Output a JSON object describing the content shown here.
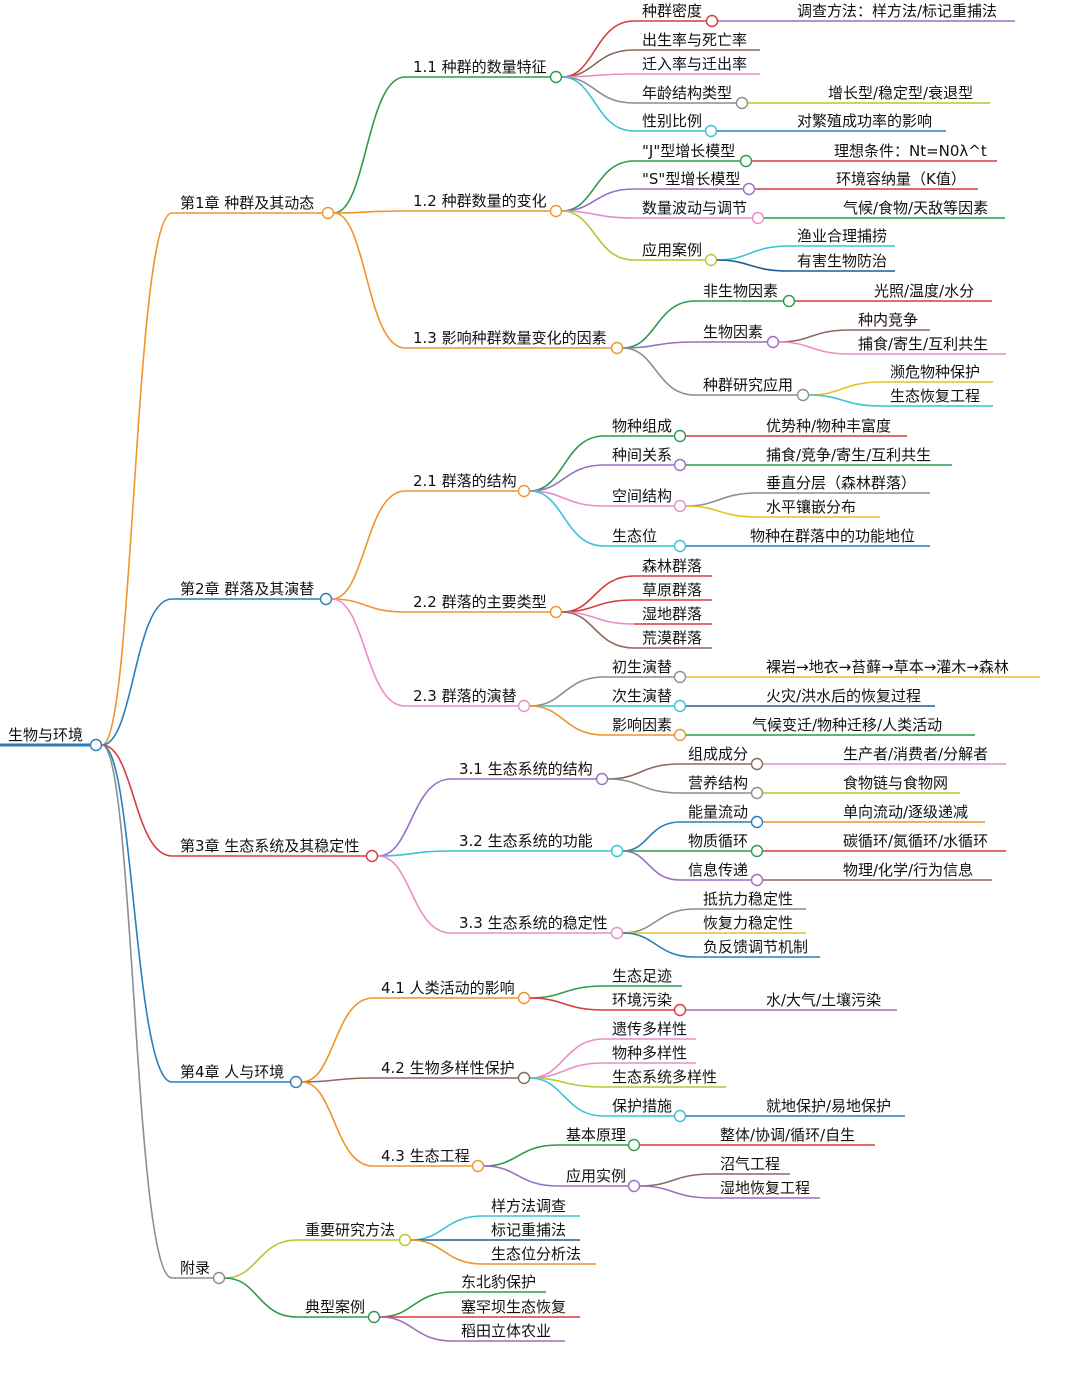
{
  "root": {
    "label": "生物与环境",
    "children": [
      {
        "label": "第1章 种群及其动态",
        "children": [
          {
            "label": "1.1 种群的数量特征",
            "children": [
              {
                "label": "种群密度",
                "children": [
                  {
                    "label": "调查方法：样方法/标记重捕法"
                  }
                ]
              },
              {
                "label": "出生率与死亡率"
              },
              {
                "label": "迁入率与迁出率"
              },
              {
                "label": "年龄结构类型",
                "children": [
                  {
                    "label": "增长型/稳定型/衰退型"
                  }
                ]
              },
              {
                "label": "性别比例",
                "children": [
                  {
                    "label": "对繁殖成功率的影响"
                  }
                ]
              }
            ]
          },
          {
            "label": "1.2 种群数量的变化",
            "children": [
              {
                "label": "\"J\"型增长模型",
                "children": [
                  {
                    "label": "理想条件：Nt=N0λ^t"
                  }
                ]
              },
              {
                "label": "\"S\"型增长模型",
                "children": [
                  {
                    "label": "环境容纳量（K值）"
                  }
                ]
              },
              {
                "label": "数量波动与调节",
                "children": [
                  {
                    "label": "气候/食物/天敌等因素"
                  }
                ]
              },
              {
                "label": "应用案例",
                "children": [
                  {
                    "label": "渔业合理捕捞"
                  },
                  {
                    "label": "有害生物防治"
                  }
                ]
              }
            ]
          },
          {
            "label": "1.3 影响种群数量变化的因素",
            "children": [
              {
                "label": "非生物因素",
                "children": [
                  {
                    "label": "光照/温度/水分"
                  }
                ]
              },
              {
                "label": "生物因素",
                "children": [
                  {
                    "label": "种内竞争"
                  },
                  {
                    "label": "捕食/寄生/互利共生"
                  }
                ]
              },
              {
                "label": "种群研究应用",
                "children": [
                  {
                    "label": "濒危物种保护"
                  },
                  {
                    "label": "生态恢复工程"
                  }
                ]
              }
            ]
          }
        ]
      },
      {
        "label": "第2章 群落及其演替",
        "children": [
          {
            "label": "2.1 群落的结构",
            "children": [
              {
                "label": "物种组成",
                "children": [
                  {
                    "label": "优势种/物种丰富度"
                  }
                ]
              },
              {
                "label": "种间关系",
                "children": [
                  {
                    "label": "捕食/竞争/寄生/互利共生"
                  }
                ]
              },
              {
                "label": "空间结构",
                "children": [
                  {
                    "label": "垂直分层（森林群落）"
                  },
                  {
                    "label": "水平镶嵌分布"
                  }
                ]
              },
              {
                "label": "生态位",
                "children": [
                  {
                    "label": "物种在群落中的功能地位"
                  }
                ]
              }
            ]
          },
          {
            "label": "2.2 群落的主要类型",
            "children": [
              {
                "label": "森林群落"
              },
              {
                "label": "草原群落"
              },
              {
                "label": "湿地群落"
              },
              {
                "label": "荒漠群落"
              }
            ]
          },
          {
            "label": "2.3 群落的演替",
            "children": [
              {
                "label": "初生演替",
                "children": [
                  {
                    "label": "裸岩→地衣→苔藓→草本→灌木→森林"
                  }
                ]
              },
              {
                "label": "次生演替",
                "children": [
                  {
                    "label": "火灾/洪水后的恢复过程"
                  }
                ]
              },
              {
                "label": "影响因素",
                "children": [
                  {
                    "label": "气候变迁/物种迁移/人类活动"
                  }
                ]
              }
            ]
          }
        ]
      },
      {
        "label": "第3章 生态系统及其稳定性",
        "children": [
          {
            "label": "3.1 生态系统的结构",
            "children": [
              {
                "label": "组成成分",
                "children": [
                  {
                    "label": "生产者/消费者/分解者"
                  }
                ]
              },
              {
                "label": "营养结构",
                "children": [
                  {
                    "label": "食物链与食物网"
                  }
                ]
              }
            ]
          },
          {
            "label": "3.2 生态系统的功能",
            "children": [
              {
                "label": "能量流动",
                "children": [
                  {
                    "label": "单向流动/逐级递减"
                  }
                ]
              },
              {
                "label": "物质循环",
                "children": [
                  {
                    "label": "碳循环/氮循环/水循环"
                  }
                ]
              },
              {
                "label": "信息传递",
                "children": [
                  {
                    "label": "物理/化学/行为信息"
                  }
                ]
              }
            ]
          },
          {
            "label": "3.3 生态系统的稳定性",
            "children": [
              {
                "label": "抵抗力稳定性"
              },
              {
                "label": "恢复力稳定性"
              },
              {
                "label": "负反馈调节机制"
              }
            ]
          }
        ]
      },
      {
        "label": "第4章 人与环境",
        "children": [
          {
            "label": "4.1 人类活动的影响",
            "children": [
              {
                "label": "生态足迹"
              },
              {
                "label": "环境污染",
                "children": [
                  {
                    "label": "水/大气/土壤污染"
                  }
                ]
              }
            ]
          },
          {
            "label": "4.2 生物多样性保护",
            "children": [
              {
                "label": "遗传多样性"
              },
              {
                "label": "物种多样性"
              },
              {
                "label": "生态系统多样性"
              },
              {
                "label": "保护措施",
                "children": [
                  {
                    "label": "就地保护/易地保护"
                  }
                ]
              }
            ]
          },
          {
            "label": "4.3 生态工程",
            "children": [
              {
                "label": "基本原理",
                "children": [
                  {
                    "label": "整体/协调/循环/自生"
                  }
                ]
              },
              {
                "label": "应用实例",
                "children": [
                  {
                    "label": "沼气工程"
                  },
                  {
                    "label": "湿地恢复工程"
                  }
                ]
              }
            ]
          }
        ]
      },
      {
        "label": "附录",
        "children": [
          {
            "label": "重要研究方法",
            "children": [
              {
                "label": "样方法调查"
              },
              {
                "label": "标记重捕法"
              },
              {
                "label": "生态位分析法"
              }
            ]
          },
          {
            "label": "典型案例",
            "children": [
              {
                "label": "东北豹保护"
              },
              {
                "label": "塞罕坝生态恢复"
              },
              {
                "label": "稻田立体农业"
              }
            ]
          }
        ]
      }
    ]
  },
  "palette": [
    "#f0942c",
    "#2a7fb8",
    "#d93a3a",
    "#2e9a4a",
    "#9a6fc4",
    "#e98dc8",
    "#b4c734",
    "#38c3d6",
    "#8a6a5c",
    "#8e8e8e",
    "#e6c12a",
    "#1f5f94"
  ]
}
